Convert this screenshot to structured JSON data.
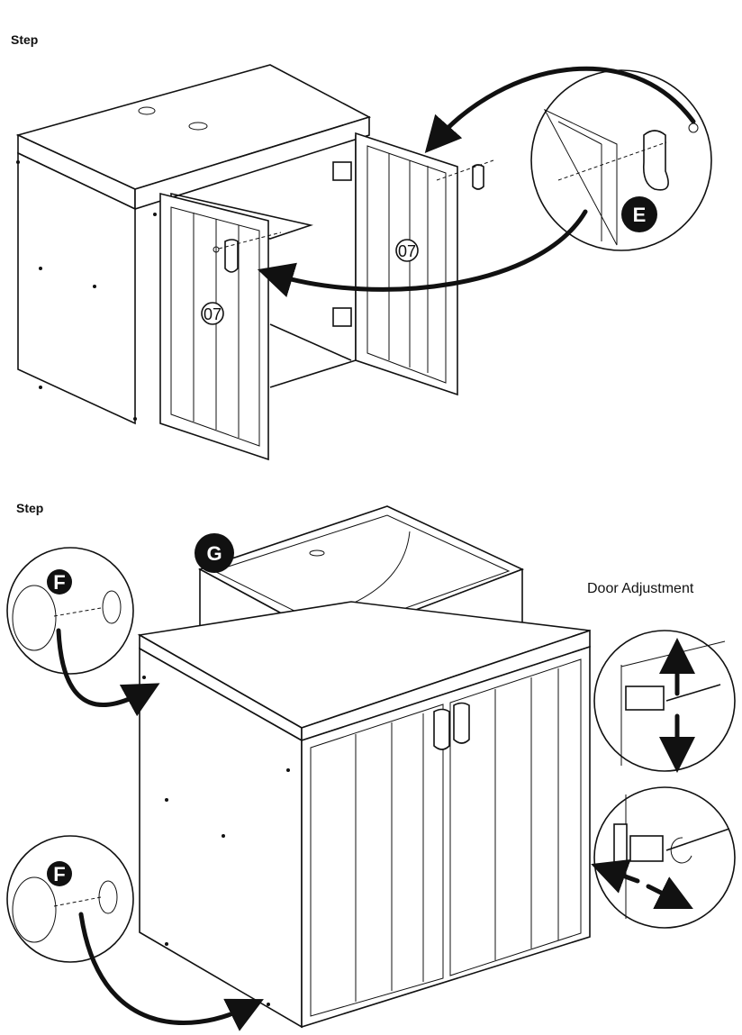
{
  "steps": [
    {
      "label": "Step",
      "part_numbers": [
        "07",
        "07"
      ],
      "callout": "E"
    },
    {
      "label": "Step",
      "callouts": [
        "F",
        "F",
        "G"
      ],
      "adjustment_title": "Door Adjustment"
    }
  ],
  "colors": {
    "line": "#111111",
    "badge": "#111111",
    "background": "#ffffff"
  }
}
